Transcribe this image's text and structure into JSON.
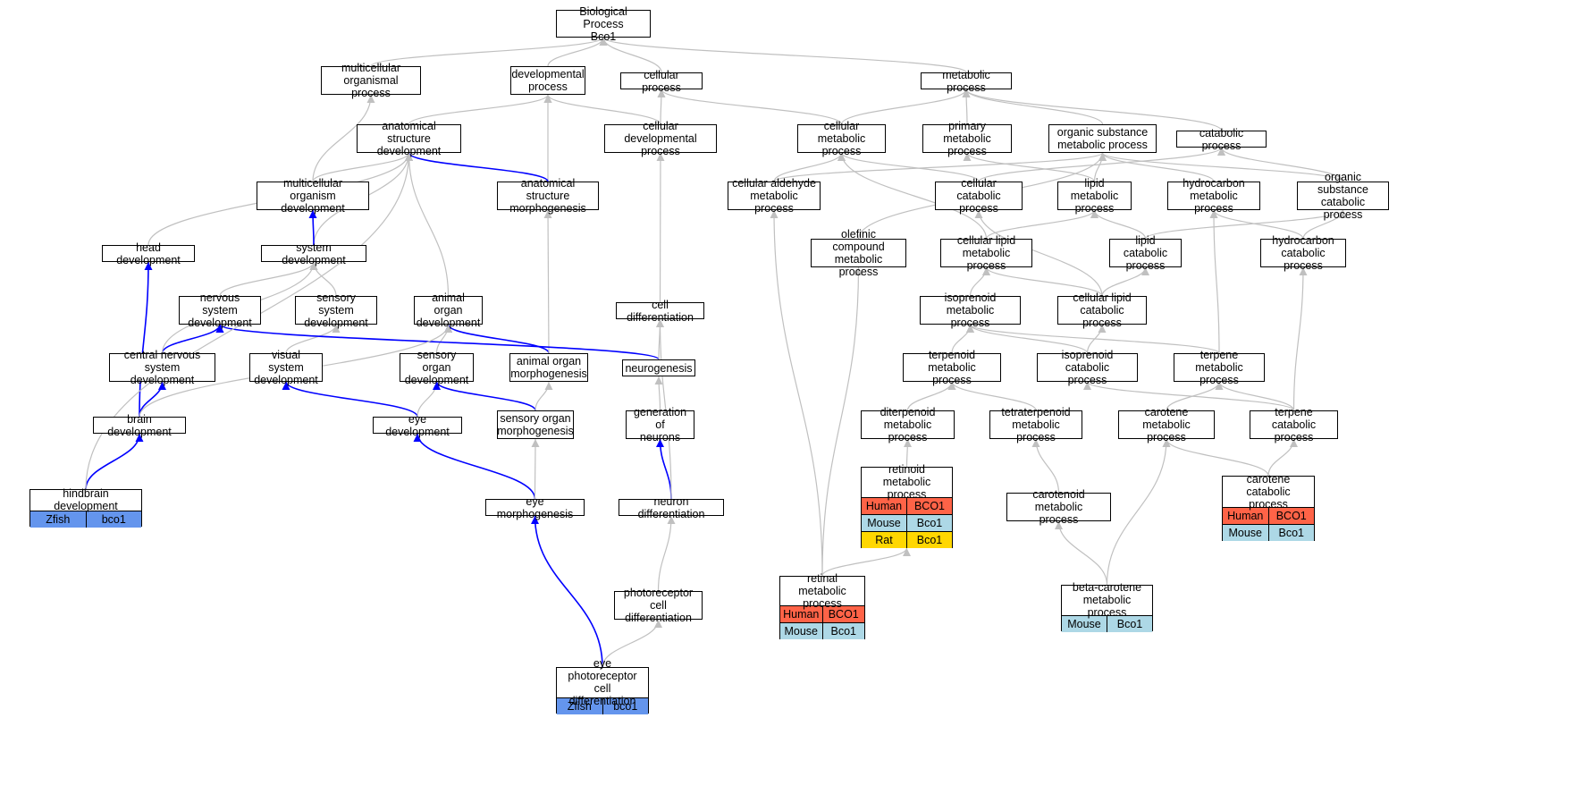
{
  "colors": {
    "edge_gray": "#c0c0c0",
    "edge_blue": "#0000ff",
    "zfish": "#6495ed",
    "human": "#ff6347",
    "mouse": "#add8e6",
    "rat": "#ffd700"
  },
  "nodes": [
    {
      "id": "bp",
      "label": "Biological Process\nBco1"
    },
    {
      "id": "mop",
      "label": "multicellular\norganismal process"
    },
    {
      "id": "dp",
      "label": "developmental\nprocess"
    },
    {
      "id": "cp",
      "label": "cellular process"
    },
    {
      "id": "metp",
      "label": "metabolic process"
    },
    {
      "id": "asd",
      "label": "anatomical structure\ndevelopment"
    },
    {
      "id": "cdp",
      "label": "cellular developmental\nprocess"
    },
    {
      "id": "cmp",
      "label": "cellular metabolic\nprocess"
    },
    {
      "id": "pmp",
      "label": "primary metabolic\nprocess"
    },
    {
      "id": "osmp",
      "label": "organic substance\nmetabolic process"
    },
    {
      "id": "catp",
      "label": "catabolic process"
    },
    {
      "id": "mod",
      "label": "multicellular\norganism development"
    },
    {
      "id": "asm",
      "label": "anatomical structure\nmorphogenesis"
    },
    {
      "id": "camp",
      "label": "cellular aldehyde\nmetabolic process"
    },
    {
      "id": "ccp",
      "label": "cellular catabolic\nprocess"
    },
    {
      "id": "lmp",
      "label": "lipid metabolic\nprocess"
    },
    {
      "id": "hmp",
      "label": "hydrocarbon\nmetabolic process"
    },
    {
      "id": "oscp",
      "label": "organic substance\ncatabolic process"
    },
    {
      "id": "hd",
      "label": "head development"
    },
    {
      "id": "sd",
      "label": "system development"
    },
    {
      "id": "ocmp",
      "label": "olefinic compound\nmetabolic process"
    },
    {
      "id": "clmp",
      "label": "cellular lipid\nmetabolic process"
    },
    {
      "id": "lcp",
      "label": "lipid catabolic\nprocess"
    },
    {
      "id": "hcp",
      "label": "hydrocarbon\ncatabolic process"
    },
    {
      "id": "nsd",
      "label": "nervous system\ndevelopment"
    },
    {
      "id": "ssd",
      "label": "sensory system\ndevelopment"
    },
    {
      "id": "aod",
      "label": "animal organ\ndevelopment"
    },
    {
      "id": "cd",
      "label": "cell differentiation"
    },
    {
      "id": "imp",
      "label": "isoprenoid metabolic\nprocess"
    },
    {
      "id": "clcp",
      "label": "cellular lipid\ncatabolic process"
    },
    {
      "id": "cnsd",
      "label": "central nervous\nsystem development"
    },
    {
      "id": "vsd",
      "label": "visual system\ndevelopment"
    },
    {
      "id": "sod",
      "label": "sensory organ\ndevelopment"
    },
    {
      "id": "aom",
      "label": "animal organ\nmorphogenesis"
    },
    {
      "id": "ng",
      "label": "neurogenesis"
    },
    {
      "id": "tmp",
      "label": "terpenoid metabolic\nprocess"
    },
    {
      "id": "icp",
      "label": "isoprenoid catabolic\nprocess"
    },
    {
      "id": "temp",
      "label": "terpene metabolic\nprocess"
    },
    {
      "id": "bd",
      "label": "brain development"
    },
    {
      "id": "ed",
      "label": "eye development"
    },
    {
      "id": "som",
      "label": "sensory organ\nmorphogenesis"
    },
    {
      "id": "gon",
      "label": "generation of\nneurons"
    },
    {
      "id": "dmp",
      "label": "diterpenoid\nmetabolic process"
    },
    {
      "id": "ttmp",
      "label": "tetraterpenoid\nmetabolic process"
    },
    {
      "id": "crmp",
      "label": "carotene metabolic\nprocess"
    },
    {
      "id": "tcp",
      "label": "terpene catabolic\nprocess"
    },
    {
      "id": "rtmp",
      "label": "retinoid metabolic\nprocess",
      "genes": [
        [
          "Human",
          "BCO1",
          "human"
        ],
        [
          "Mouse",
          "Bco1",
          "mouse"
        ],
        [
          "Rat",
          "Bco1",
          "rat"
        ]
      ]
    },
    {
      "id": "cacp",
      "label": "carotene catabolic\nprocess",
      "genes": [
        [
          "Human",
          "BCO1",
          "human"
        ],
        [
          "Mouse",
          "Bco1",
          "mouse"
        ]
      ]
    },
    {
      "id": "hbd",
      "label": "hindbrain development",
      "genes": [
        [
          "Zfish",
          "bco1",
          "zfish"
        ]
      ]
    },
    {
      "id": "em",
      "label": "eye morphogenesis"
    },
    {
      "id": "nd",
      "label": "neuron differentiation"
    },
    {
      "id": "crtmp",
      "label": "carotenoid metabolic\nprocess"
    },
    {
      "id": "pcd",
      "label": "photoreceptor\ncell differentiation"
    },
    {
      "id": "rmp",
      "label": "retinal metabolic\nprocess",
      "genes": [
        [
          "Human",
          "BCO1",
          "human"
        ],
        [
          "Mouse",
          "Bco1",
          "mouse"
        ]
      ]
    },
    {
      "id": "bcmp",
      "label": "beta-carotene\nmetabolic process",
      "genes": [
        [
          "Mouse",
          "Bco1",
          "mouse"
        ]
      ]
    },
    {
      "id": "epcd",
      "label": "eye photoreceptor\ncell differentiation",
      "genes": [
        [
          "Zfish",
          "bco1",
          "zfish"
        ]
      ]
    }
  ],
  "edges": [
    [
      "mop",
      "bp",
      "gray"
    ],
    [
      "dp",
      "bp",
      "gray"
    ],
    [
      "cp",
      "bp",
      "gray"
    ],
    [
      "metp",
      "bp",
      "gray"
    ],
    [
      "asd",
      "dp",
      "gray"
    ],
    [
      "cdp",
      "dp",
      "gray"
    ],
    [
      "cdp",
      "cp",
      "gray"
    ],
    [
      "cmp",
      "cp",
      "gray"
    ],
    [
      "cmp",
      "metp",
      "gray"
    ],
    [
      "pmp",
      "metp",
      "gray"
    ],
    [
      "osmp",
      "metp",
      "gray"
    ],
    [
      "catp",
      "metp",
      "gray"
    ],
    [
      "mod",
      "mop",
      "gray"
    ],
    [
      "mod",
      "asd",
      "gray"
    ],
    [
      "asm",
      "dp",
      "gray"
    ],
    [
      "asm",
      "asd",
      "blue"
    ],
    [
      "camp",
      "cmp",
      "gray"
    ],
    [
      "camp",
      "osmp",
      "gray"
    ],
    [
      "ccp",
      "cmp",
      "gray"
    ],
    [
      "ccp",
      "catp",
      "gray"
    ],
    [
      "lmp",
      "pmp",
      "gray"
    ],
    [
      "lmp",
      "osmp",
      "gray"
    ],
    [
      "hmp",
      "osmp",
      "gray"
    ],
    [
      "oscp",
      "osmp",
      "gray"
    ],
    [
      "oscp",
      "catp",
      "gray"
    ],
    [
      "hd",
      "asd",
      "gray"
    ],
    [
      "sd",
      "asd",
      "gray"
    ],
    [
      "sd",
      "mod",
      "blue"
    ],
    [
      "ocmp",
      "osmp",
      "gray"
    ],
    [
      "clmp",
      "cmp",
      "gray"
    ],
    [
      "clmp",
      "lmp",
      "gray"
    ],
    [
      "lcp",
      "lmp",
      "gray"
    ],
    [
      "lcp",
      "oscp",
      "gray"
    ],
    [
      "hcp",
      "hmp",
      "gray"
    ],
    [
      "hcp",
      "oscp",
      "gray"
    ],
    [
      "nsd",
      "sd",
      "gray"
    ],
    [
      "ssd",
      "sd",
      "gray"
    ],
    [
      "aod",
      "asd",
      "gray"
    ],
    [
      "cd",
      "cdp",
      "gray"
    ],
    [
      "imp",
      "clmp",
      "gray"
    ],
    [
      "clcp",
      "clmp",
      "gray"
    ],
    [
      "clcp",
      "lcp",
      "gray"
    ],
    [
      "clcp",
      "ccp",
      "gray"
    ],
    [
      "cnsd",
      "nsd",
      "blue"
    ],
    [
      "cnsd",
      "sd",
      "gray"
    ],
    [
      "vsd",
      "ssd",
      "gray"
    ],
    [
      "sod",
      "aod",
      "gray"
    ],
    [
      "aom",
      "aod",
      "blue"
    ],
    [
      "aom",
      "asm",
      "gray"
    ],
    [
      "ng",
      "nsd",
      "blue"
    ],
    [
      "ng",
      "cd",
      "gray"
    ],
    [
      "tmp",
      "imp",
      "gray"
    ],
    [
      "icp",
      "imp",
      "gray"
    ],
    [
      "icp",
      "clcp",
      "gray"
    ],
    [
      "temp",
      "imp",
      "gray"
    ],
    [
      "temp",
      "hmp",
      "gray"
    ],
    [
      "bd",
      "cnsd",
      "blue"
    ],
    [
      "bd",
      "hd",
      "blue"
    ],
    [
      "bd",
      "aod",
      "gray"
    ],
    [
      "ed",
      "vsd",
      "blue"
    ],
    [
      "ed",
      "sod",
      "gray"
    ],
    [
      "som",
      "sod",
      "blue"
    ],
    [
      "som",
      "aom",
      "gray"
    ],
    [
      "gon",
      "ng",
      "gray"
    ],
    [
      "dmp",
      "tmp",
      "gray"
    ],
    [
      "ttmp",
      "tmp",
      "gray"
    ],
    [
      "crmp",
      "temp",
      "gray"
    ],
    [
      "tcp",
      "temp",
      "gray"
    ],
    [
      "tcp",
      "icp",
      "gray"
    ],
    [
      "tcp",
      "hcp",
      "gray"
    ],
    [
      "rtmp",
      "dmp",
      "gray"
    ],
    [
      "cacp",
      "tcp",
      "gray"
    ],
    [
      "cacp",
      "crmp",
      "gray"
    ],
    [
      "hbd",
      "bd",
      "blue"
    ],
    [
      "hbd",
      "asd",
      "gray"
    ],
    [
      "em",
      "ed",
      "blue"
    ],
    [
      "em",
      "som",
      "gray"
    ],
    [
      "nd",
      "gon",
      "blue"
    ],
    [
      "nd",
      "cd",
      "gray"
    ],
    [
      "crtmp",
      "ttmp",
      "gray"
    ],
    [
      "pcd",
      "nd",
      "gray"
    ],
    [
      "rmp",
      "camp",
      "gray"
    ],
    [
      "rmp",
      "ocmp",
      "gray"
    ],
    [
      "rmp",
      "rtmp",
      "gray"
    ],
    [
      "bcmp",
      "crtmp",
      "gray"
    ],
    [
      "bcmp",
      "crmp",
      "gray"
    ],
    [
      "epcd",
      "em",
      "blue"
    ],
    [
      "epcd",
      "pcd",
      "gray"
    ]
  ]
}
